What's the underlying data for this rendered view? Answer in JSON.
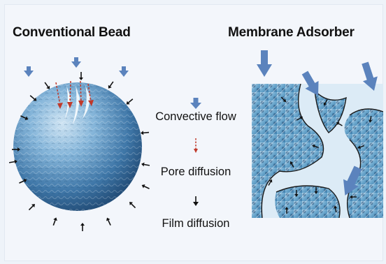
{
  "titles": {
    "left": "Conventional Bead",
    "right": "Membrane Adsorber"
  },
  "legend": {
    "convective": "Convective flow",
    "pore": "Pore diffusion",
    "film": "Film diffusion"
  },
  "colors": {
    "background": "#eef3f9",
    "convective_arrow": "#5b83bd",
    "pore_arrow": "#c0392b",
    "film_arrow": "#111111",
    "bead_base": "#5f94c2",
    "membrane_base": "#6aa6cc"
  }
}
